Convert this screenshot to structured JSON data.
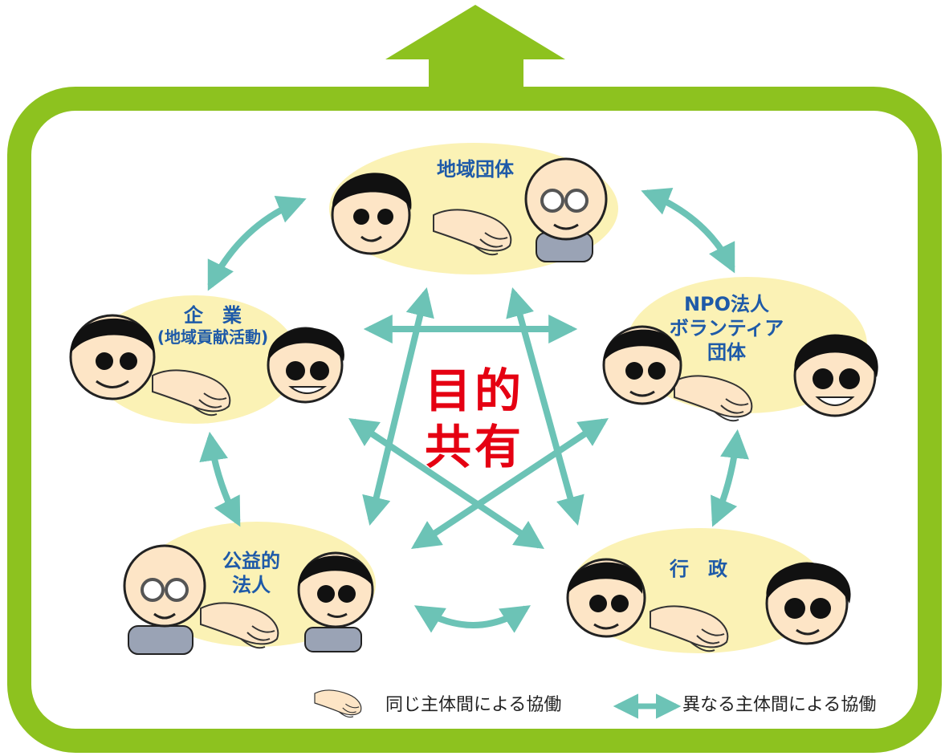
{
  "center": {
    "line1": "目的",
    "line2": "共有"
  },
  "groups": {
    "chiiki": {
      "label": "地域団体"
    },
    "kigyo": {
      "label": "企　業",
      "sub": "(地域貢献活動)"
    },
    "npo": {
      "line1": "NPO法人",
      "line2": "ボランティア",
      "line3": "団体"
    },
    "koueki": {
      "line1": "公益的",
      "line2": "法人"
    },
    "gyosei": {
      "label": "行　政"
    }
  },
  "legend": {
    "same_label": "同じ主体間による協働",
    "different_label": "異なる主体間による協働"
  },
  "colors": {
    "frame": "#8dc21f",
    "arrow": "#6cc3b6",
    "ellipse": "#fbf2b5",
    "label": "#1e5aa8",
    "center": "#e50012"
  }
}
